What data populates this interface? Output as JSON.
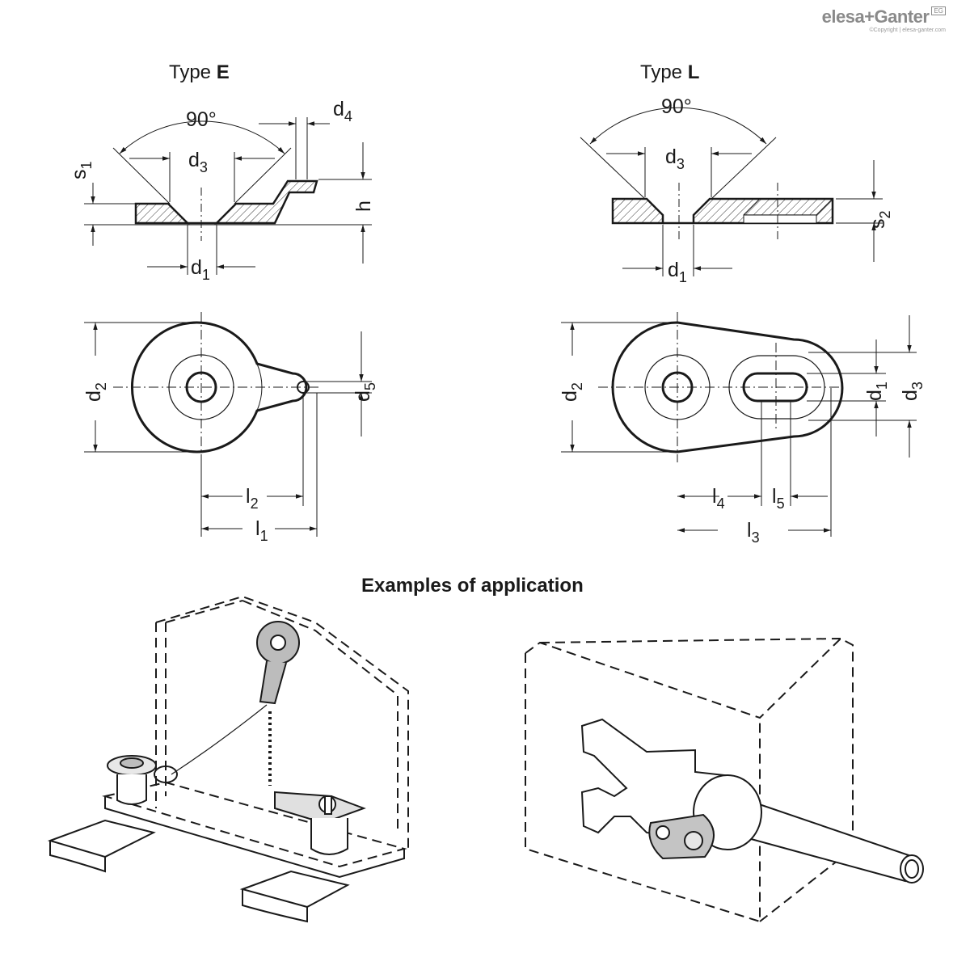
{
  "brand": {
    "name": "elesa+Ganter",
    "copyright": "©Copyright | elesa-ganter.com",
    "badge": "EG"
  },
  "type_e": {
    "prefix": "Type ",
    "letter": "E",
    "angle": "90°"
  },
  "type_l": {
    "prefix": "Type ",
    "letter": "L",
    "angle": "90°"
  },
  "labels": {
    "d": "d",
    "s": "s",
    "h": "h",
    "l": "l",
    "sub1": "1",
    "sub2": "2",
    "sub3": "3",
    "sub4": "4",
    "sub5": "5"
  },
  "examples_heading": "Examples of application"
}
